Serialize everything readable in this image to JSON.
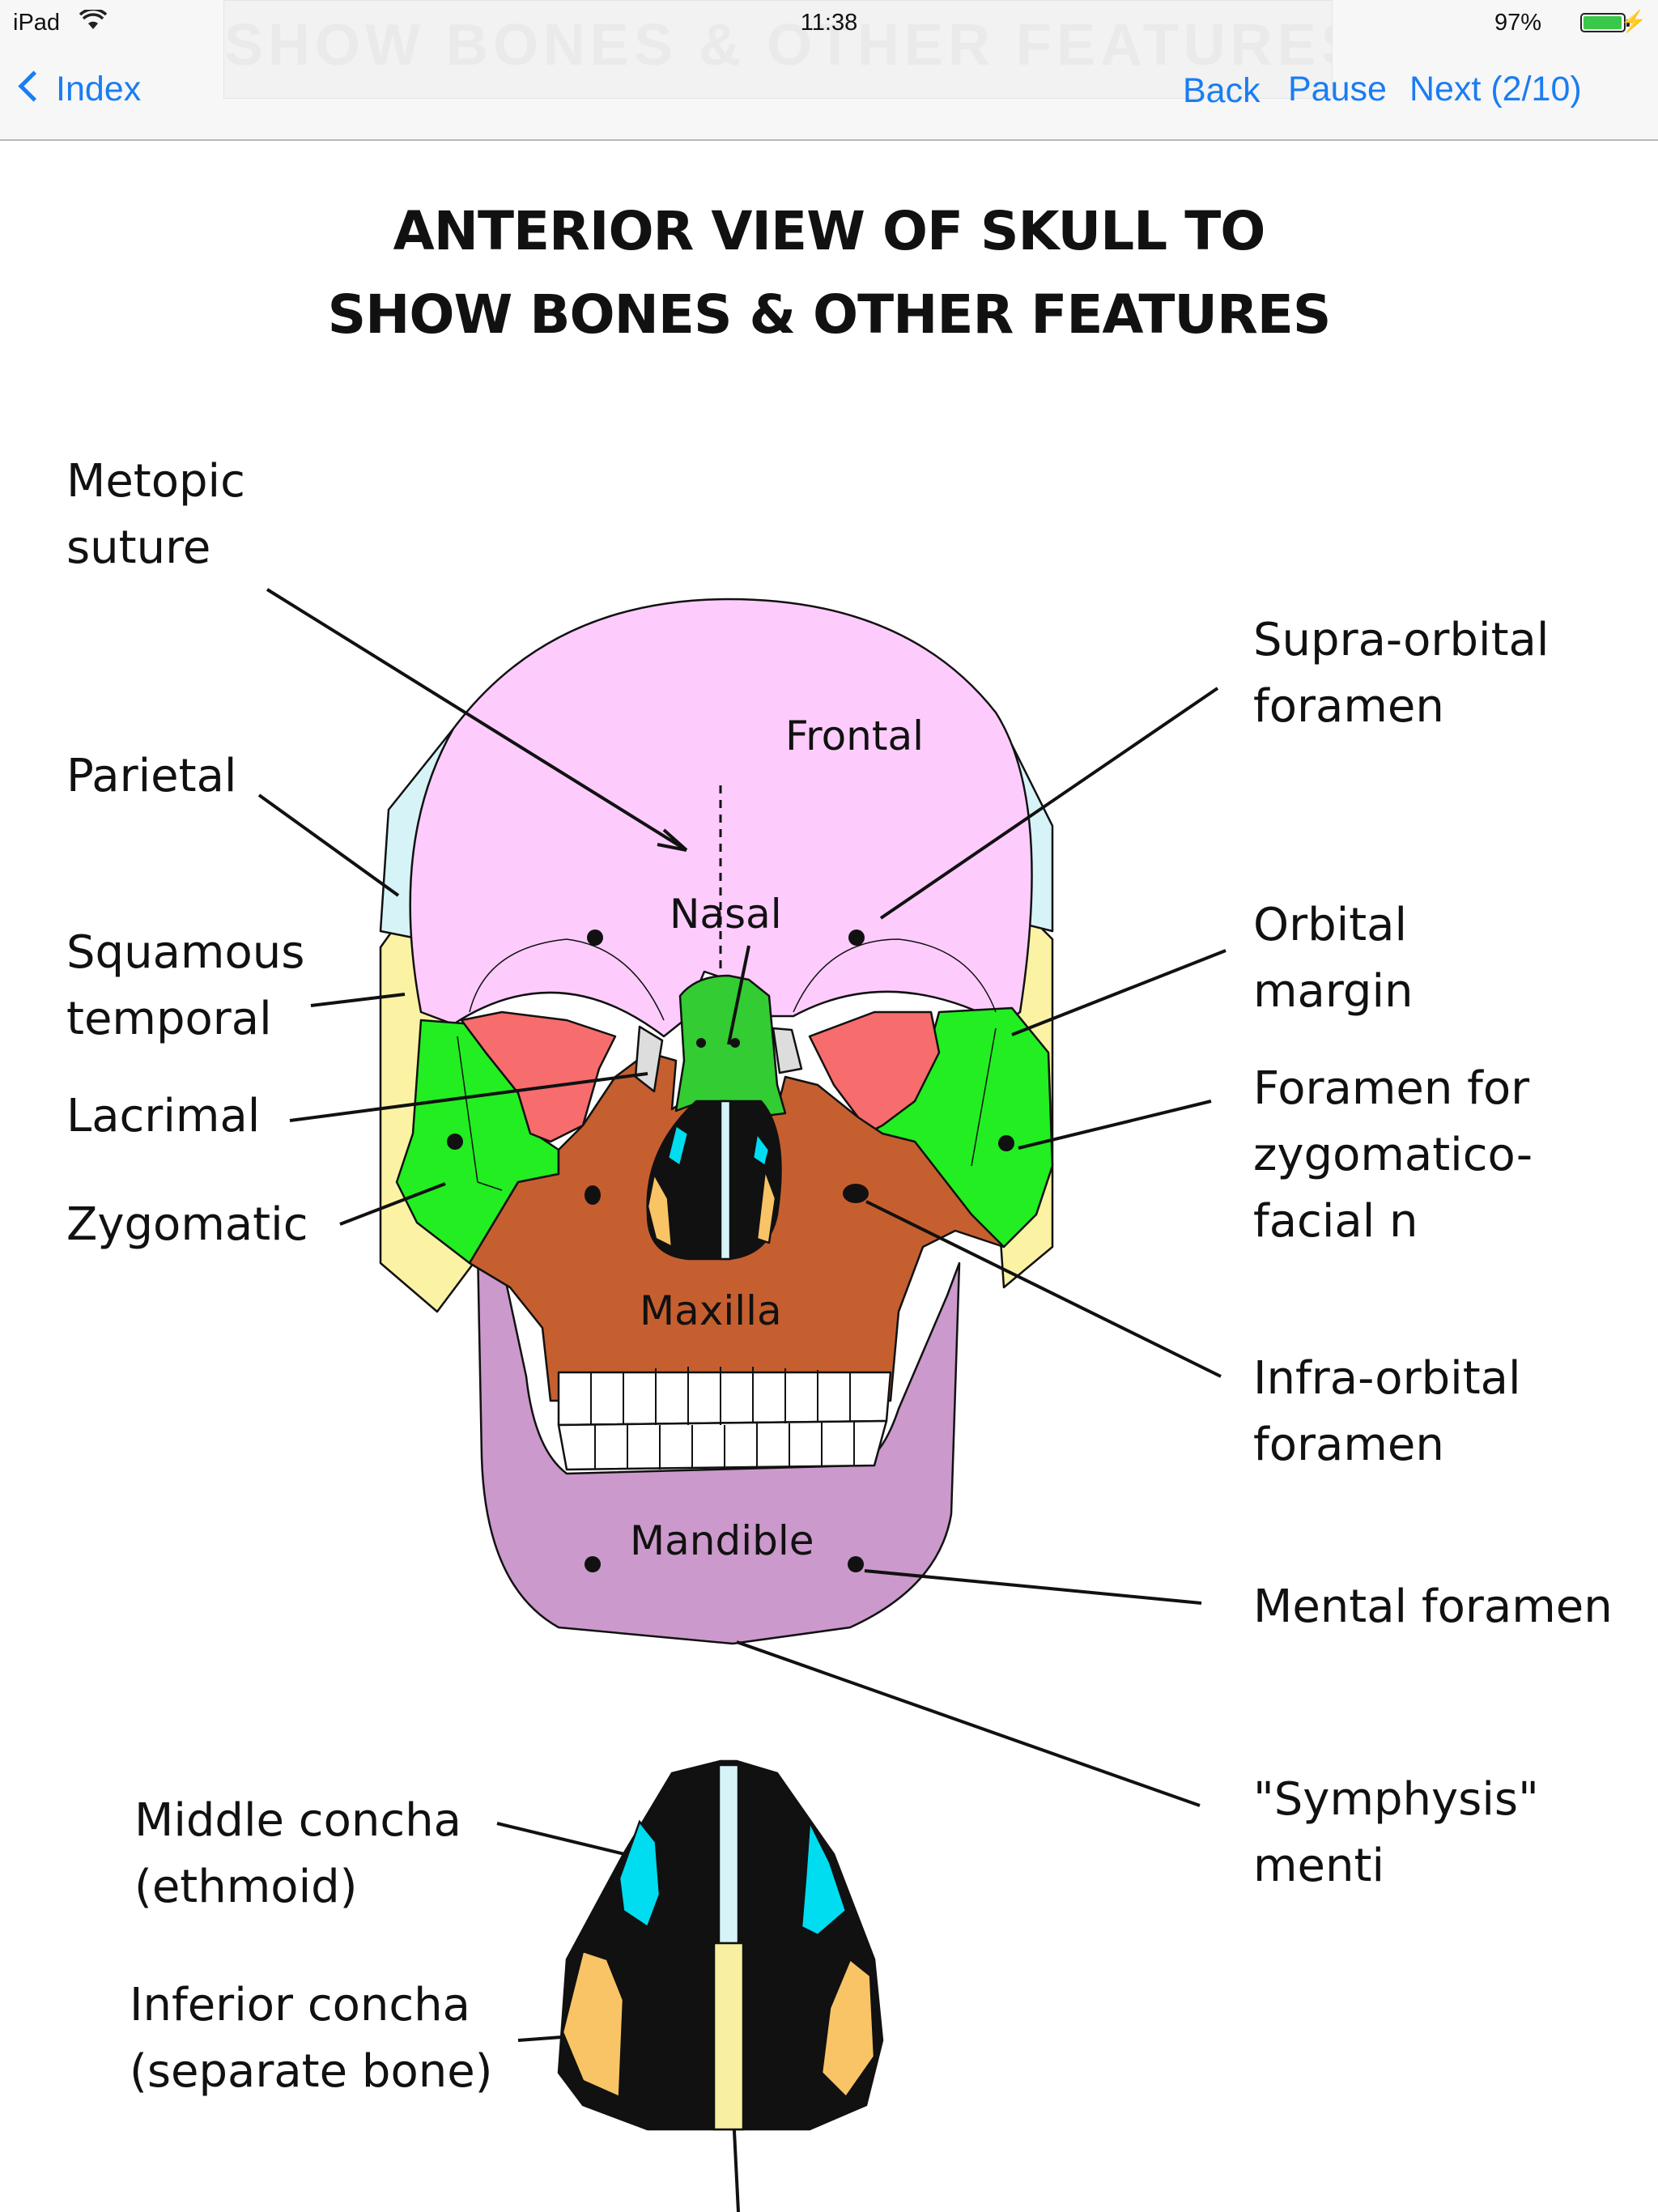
{
  "status_bar": {
    "device": "iPad",
    "time": "11:38",
    "battery": "97%",
    "battery_level": 0.97
  },
  "nav": {
    "ghost_title": "SHOW BONES & OTHER FEATURES",
    "index": "Index",
    "back": "Back",
    "pause": "Pause",
    "next": "Next (2/10)"
  },
  "content": {
    "title_line1": "ANTERIOR VIEW OF SKULL TO",
    "title_line2": "SHOW BONES & OTHER FEATURES",
    "labels": {
      "metopic_suture": "Metopic\nsuture",
      "parietal": "Parietal",
      "squamous_temporal": "Squamous\ntemporal",
      "lacrimal": "Lacrimal",
      "zygomatic": "Zygomatic",
      "supra_orbital_foramen": "Supra-orbital\nforamen",
      "orbital_margin": "Orbital\nmargin",
      "foramen_zygomaticofacial": "Foramen for\nzygomatico-\nfacial n",
      "infra_orbital_foramen": "Infra-orbital\nforamen",
      "mental_foramen": "Mental foramen",
      "symphysis_menti": "\"Symphysis\"\nmenti",
      "middle_concha": "Middle concha\n(ethmoid)",
      "inferior_concha": "Inferior concha\n(separate bone)"
    },
    "bones": {
      "frontal": "Frontal",
      "nasal": "Nasal",
      "maxilla": "Maxilla",
      "mandible": "Mandible"
    }
  },
  "colors": {
    "frontal": "#fdccfd",
    "parietal": "#d6f4f8",
    "temporal": "#fbf3a3",
    "zygomatic": "#22ee22",
    "sphenoid": "#f76c6c",
    "maxilla": "#c65f2f",
    "mandible": "#cc99cc",
    "nasal": "#33cc33",
    "middle_concha": "#00dcf0",
    "inferior_concha": "#f9c466",
    "vomer": "#f8f0a0",
    "link": "#1a7df2"
  }
}
